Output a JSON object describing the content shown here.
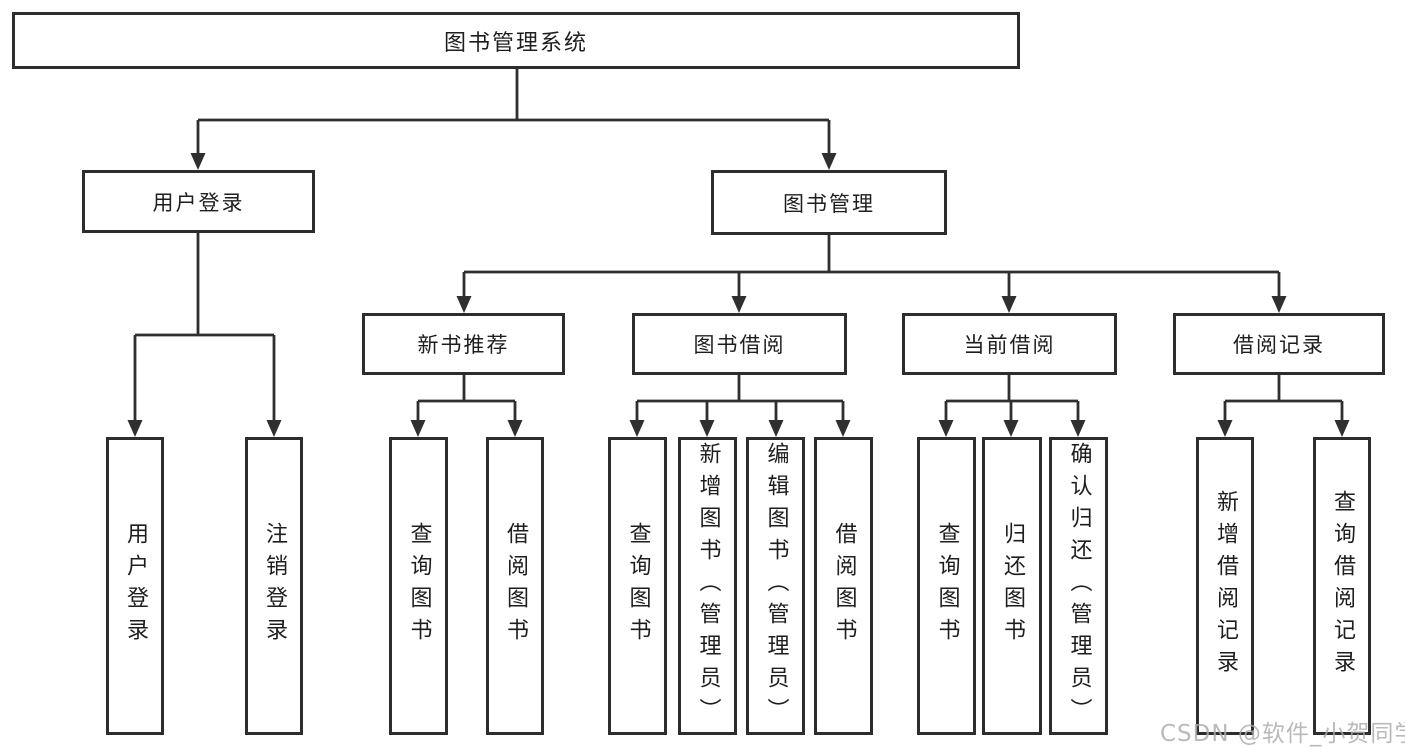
{
  "diagram_type": "hierarchy-diagram",
  "colors": {
    "background": "#ffffff",
    "line": "#2f2f2f",
    "box_border": "#2d2d2d",
    "text": "#1e1e1e",
    "watermark": "#ababab"
  },
  "watermark": {
    "text": "CSDN @软件_小贺同学"
  },
  "tree": {
    "label": "图书管理系统",
    "children": [
      {
        "label": "用户登录",
        "children": [
          {
            "label": "用户登录"
          },
          {
            "label": "注销登录"
          }
        ]
      },
      {
        "label": "图书管理",
        "children": [
          {
            "label": "新书推荐",
            "children": [
              {
                "label": "查询图书"
              },
              {
                "label": "借阅图书"
              }
            ]
          },
          {
            "label": "图书借阅",
            "children": [
              {
                "label": "查询图书"
              },
              {
                "label": "新增图书（管理员）"
              },
              {
                "label": "编辑图书（管理员）"
              },
              {
                "label": "借阅图书"
              }
            ]
          },
          {
            "label": "当前借阅",
            "children": [
              {
                "label": "查询图书"
              },
              {
                "label": "归还图书"
              },
              {
                "label": "确认归还（管理员）"
              }
            ]
          },
          {
            "label": "借阅记录",
            "children": [
              {
                "label": "新增借阅记录"
              },
              {
                "label": "查询借阅记录"
              }
            ]
          }
        ]
      }
    ]
  }
}
